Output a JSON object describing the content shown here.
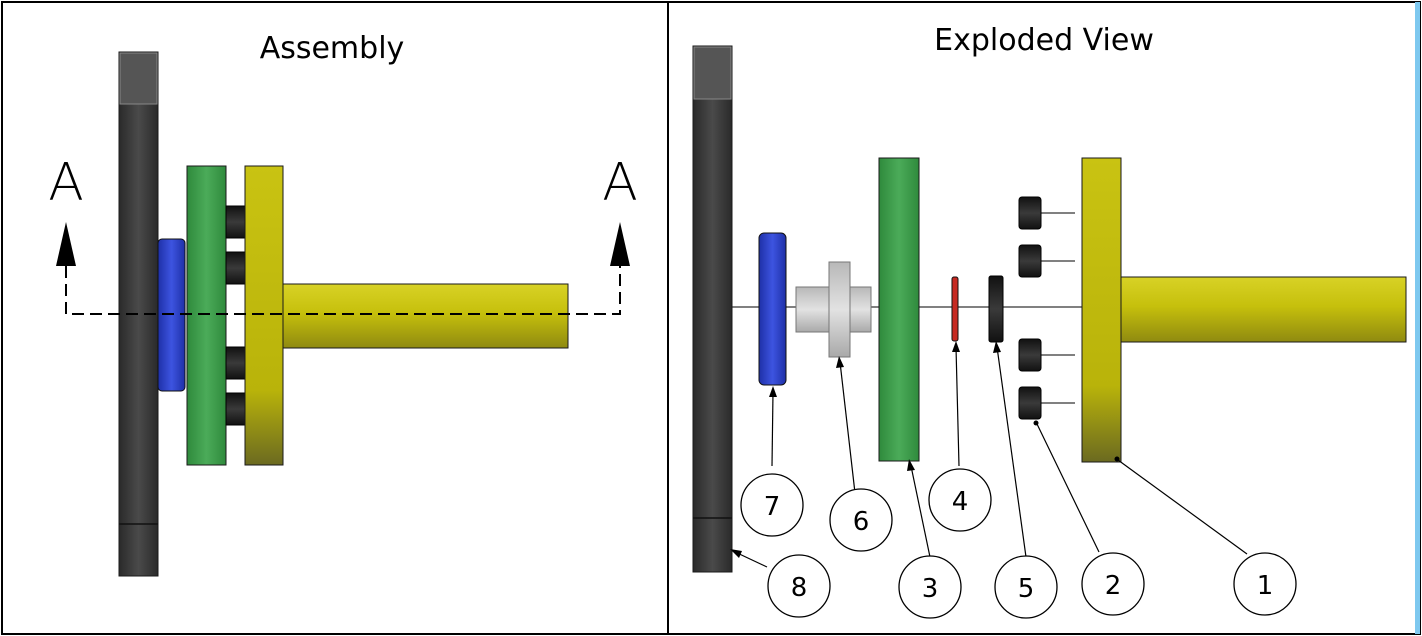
{
  "views": {
    "assembly_title": "Assembly",
    "exploded_title": "Exploded View"
  },
  "section": {
    "left_letter": "A",
    "right_letter": "A"
  },
  "balloons": {
    "b1": "1",
    "b2": "2",
    "b3": "3",
    "b4": "4",
    "b5": "5",
    "b6": "6",
    "b7": "7",
    "b8": "8"
  },
  "colors": {
    "plate": "#3a3a3a",
    "green_disc": "#3d9a4a",
    "yellow_part": "#c2bd0a",
    "blue_disc": "#2a3fc4",
    "red_ring": "#c62a22",
    "grey_hub": "#c9c9c9",
    "bolt": "#1e1e1e",
    "accent_edge": "#7ec8ef"
  }
}
